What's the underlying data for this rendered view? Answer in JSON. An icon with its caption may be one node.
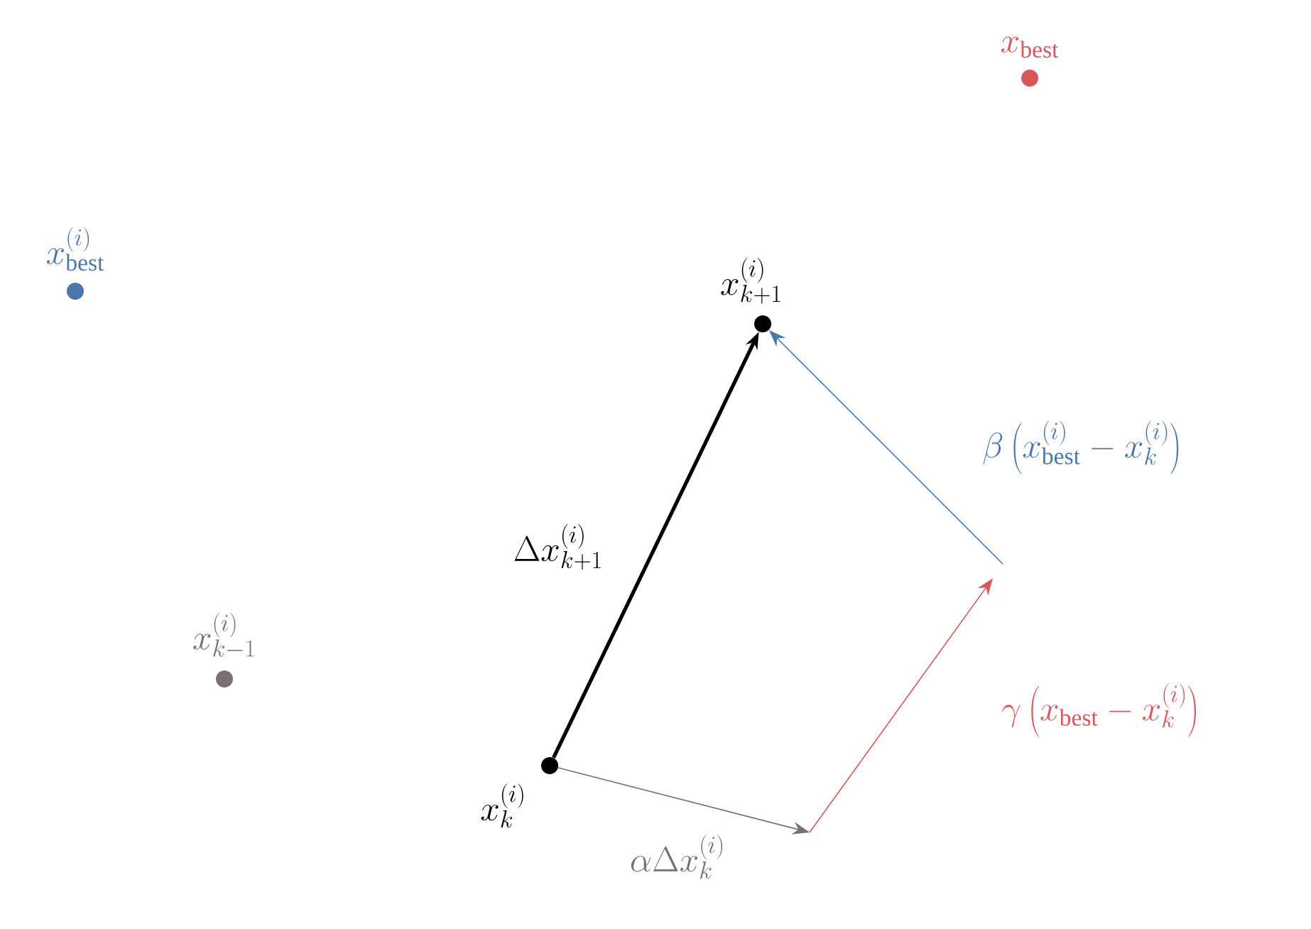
{
  "diagram": {
    "nodes": [
      {
        "text": [
          "x_{\\mathrm{best}}"
        ]
      },
      {
        "text": [
          "x^{(i)}_{\\mathrm{best}}"
        ]
      },
      {
        "text": [
          "x^{(i)}_{k+1}"
        ]
      },
      {
        "text": [
          "x^{(i)}_{k-1}"
        ]
      },
      {
        "text": [
          "x^{(i)}_{k}"
        ]
      }
    ],
    "edges": [
      {
        "from": 4,
        "to": 2,
        "arrow": "to",
        "style": "thick",
        "color": "#000000",
        "label": "\\Delta x^{(i)}_{k+1}"
      },
      {
        "from": 4,
        "to": null,
        "arrow": "to",
        "color": "#7a7070",
        "label": "\\alpha\\Delta x^{(i)}_{k}"
      },
      {
        "from": null,
        "to": 2,
        "arrow": "to",
        "color": "#4a78a8",
        "label": "\\beta\\left(x^{(i)}_{\\mathrm{best}}-x^{(i)}_{k}\\right)"
      }
    ],
    "labels": [
      "\\gamma\\left(x_{\\mathrm{best}}-x^{(i)}_{k}\\right)"
    ]
  }
}
